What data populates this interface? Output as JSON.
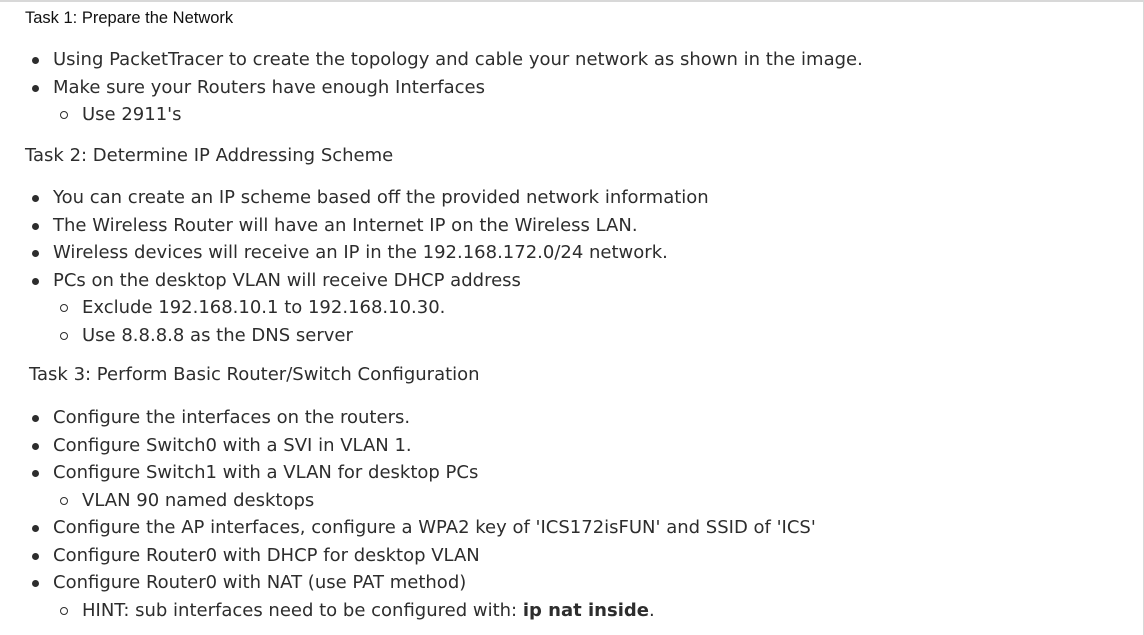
{
  "task1": {
    "heading": "Task 1: Prepare the Network",
    "items": [
      "Using PacketTracer to create the topology and cable your network as shown in the image.",
      "Make sure your Routers have enough Interfaces",
      "Use 2911's"
    ]
  },
  "task2": {
    "heading": "Task 2: Determine IP Addressing Scheme",
    "items": [
      "You can create  an IP scheme based off the provided network information",
      "The Wireless Router will have an Internet IP on the Wireless LAN.",
      "Wireless devices will receive an IP in the 192.168.172.0/24 network.",
      "PCs on the desktop VLAN will receive DHCP address",
      "Exclude 192.168.10.1 to 192.168.10.30.",
      "Use 8.8.8.8 as the DNS server"
    ]
  },
  "task3": {
    "heading": "Task 3: Perform Basic Router/Switch Configuration",
    "items": [
      "Configure the interfaces on the routers.",
      "Configure Switch0 with a SVI in VLAN 1.",
      "Configure Switch1 with a VLAN for desktop PCs",
      "VLAN 90 named desktops",
      "Configure the AP interfaces, configure a WPA2 key of 'ICS172isFUN' and SSID of 'ICS'",
      "Configure Router0 with DHCP for desktop VLAN",
      "Configure Router0 with NAT (use PAT method)"
    ],
    "hint_prefix": "HINT: sub interfaces need to be configured with: ",
    "hint_command": "ip nat inside",
    "hint_suffix": "."
  }
}
